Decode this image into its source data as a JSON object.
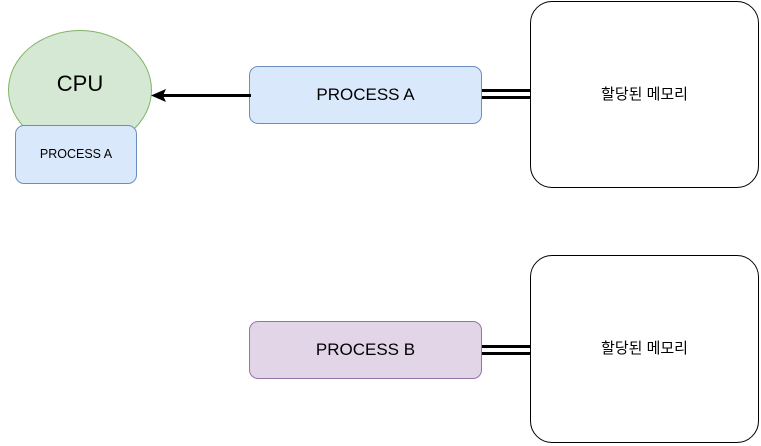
{
  "diagram": {
    "title": "CPU process memory allocation diagram",
    "colors": {
      "cpu_fill": "#d5e8d4",
      "cpu_stroke": "#82b366",
      "process_a_fill": "#dae8fc",
      "process_a_stroke": "#6c8ebf",
      "process_b_fill": "#e1d5e7",
      "process_b_stroke": "#9673a6",
      "memory_fill": "#ffffff",
      "memory_stroke": "#000000",
      "connector": "#000000",
      "background": "#ffffff"
    },
    "nodes": {
      "cpu": {
        "label": "CPU"
      },
      "cpu_running_process": {
        "label": "PROCESS A"
      },
      "process_a": {
        "label": "PROCESS A"
      },
      "process_b": {
        "label": "PROCESS B"
      },
      "memory_a": {
        "label": "할당된 메모리"
      },
      "memory_b": {
        "label": "할당된 메모리"
      }
    },
    "edges": [
      {
        "name": "process-a-to-cpu",
        "from": "process_a",
        "to": "cpu",
        "style": "arrow-left"
      },
      {
        "name": "process-a-to-memory-a",
        "from": "process_a",
        "to": "memory_a",
        "style": "double-line"
      },
      {
        "name": "process-b-to-memory-b",
        "from": "process_b",
        "to": "memory_b",
        "style": "double-line"
      }
    ]
  }
}
